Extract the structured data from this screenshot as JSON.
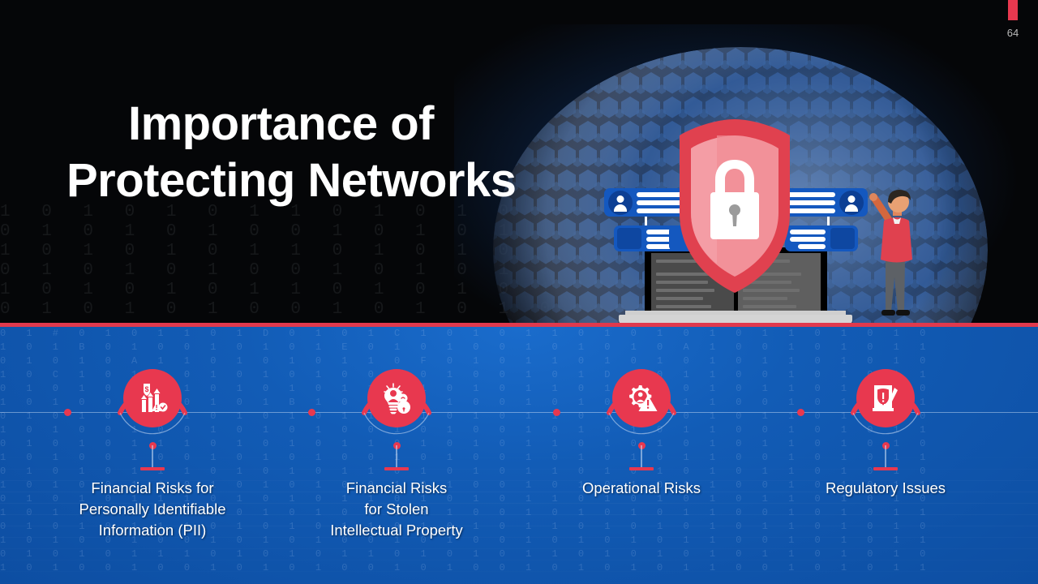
{
  "slide": {
    "page_number": "64",
    "title_line1": "Importance of",
    "title_line2": "Protecting Networks",
    "accent_red": "#E8384F",
    "band_blue": "#125CB6",
    "top_black": "#050608"
  },
  "illustration": {
    "shield_icon": "shield-padlock-icon",
    "globe_icon": "hex-sphere-icon",
    "device_icon": "laptop-icon",
    "person_icon": "person-reaching-icon",
    "cards": [
      {
        "name": "user-record-card-left",
        "icon": "user-avatar-icon",
        "rows": 3
      },
      {
        "name": "user-record-card-right",
        "icon": "user-avatar-icon",
        "rows": 3
      },
      {
        "name": "data-card-lower-left",
        "icon": "square-thumb-icon",
        "rows": 3
      },
      {
        "name": "data-card-lower-right",
        "icon": "square-thumb-icon",
        "rows": 3
      }
    ]
  },
  "nodes": [
    {
      "id": "financial-risks-pii",
      "icon": "shield-dollar-growth-warning-icon",
      "label": "Financial Risks for\nPersonally Identifiable\nInformation (PII)"
    },
    {
      "id": "financial-risks-ip",
      "icon": "lightbulb-person-padlock-icon",
      "label": "Financial Risks\nfor Stolen\nIntellectual Property"
    },
    {
      "id": "operational-risks",
      "icon": "gear-person-warning-icon",
      "label": "Operational Risks"
    },
    {
      "id": "regulatory-issues",
      "icon": "document-alert-pen-icon",
      "label": "Regulatory Issues"
    }
  ],
  "background_text": {
    "binary_rows": [
      "1 0 1 0 1 0 1 1 0 1 0 1 0 1 1 0 1 0 1",
      "0 1 0 1 0 1 0 0 1 0 1 0 1 0 0 1 0 1 0",
      "1 0 1 0 1 0 1 1 0 1 0 1 0 1 1 0 1 0 1",
      "0 1 0 1 0 1 0 0 1 0 1 0 1 0 0 1 0 1 0",
      "1 0 1 0 1 0 1 1 0 1 0 1 0 1 1 0 1 0 1",
      "0 1 0 1 0 1 0 0 1 0 1 0 1 0 0 1 0 1 0"
    ],
    "digital_rows": [
      "0 1 # 0 1 0 1 1 0 1 D 0 1 0 1 C 1 0 1 0 1 1 0 1 0 1 0 1 0 1 1 0 1 0 1 0",
      "1 0 1 B 0 1 0 0 1 0 1 0 1 E 0 1 0 1 0 0 1 0 1 0 1 0 A 1 0 0 1 0 1 0 1 1",
      "0 1 0 1 0 A 1 1 0 1 0 1 0 1 1 0 F 0 1 0 1 1 0 1 0 1 0 1 0 1 1 0 1 0 1 0",
      "1 0 C 1 0 1 0 0 1 0 1 0 1 0 0 1 0 1 0 0 1 0 1 D 1 0 1 1 0 0 1 0 1 0 1 1",
      "0 1 0 1 0 1 1 1 0 1 0 1 0 1 1 0 1 0 1 0 1 1 0 1 0 1 0 1 0 1 1 0 1 0 1 0",
      "1 0 1 0 0 1 0 0 1 0 1 B 1 0 0 1 0 1 0 0 1 0 1 0 1 0 1 1 0 0 1 0 1 0 1 1",
      "0 1 0 1 0 1 1 1 0 1 0 1 0 1 1 0 1 0 1 0 1 1 0 1 0 1 0 1 0 1 1 0 1 0 1 0",
      "1 0 1 0 0 1 0 0 1 0 1 0 1 0 0 1 0 1 0 0 1 0 1 0 1 0 1 1 0 0 1 0 1 0 1 1",
      "0 1 0 1 0 1 1 1 0 1 0 1 0 1 1 0 1 0 1 0 1 1 0 1 0 1 0 1 0 1 1 0 1 0 1 0",
      "1 0 1 0 0 1 0 0 1 0 1 0 1 0 0 1 0 1 0 0 1 0 1 0 1 0 1 1 0 0 1 0 1 0 1 1",
      "0 1 0 1 0 1 1 1 0 1 0 1 0 1 1 0 1 0 1 0 1 1 0 1 0 1 0 1 0 1 1 0 1 0 1 0",
      "1 0 1 0 0 1 0 0 1 0 1 0 1 0 0 1 0 1 0 0 1 0 1 0 1 0 1 1 0 0 1 0 1 0 1 1",
      "0 1 0 1 0 1 1 1 0 1 0 1 0 1 1 0 1 0 1 0 1 1 0 1 0 1 0 1 0 1 1 0 1 0 1 0",
      "1 0 1 0 0 1 0 0 1 0 1 0 1 0 0 1 0 1 0 0 1 0 1 0 1 0 1 1 0 0 1 0 1 0 1 1",
      "0 1 0 1 0 1 1 1 0 1 0 1 0 1 1 0 1 0 1 0 1 1 0 1 0 1 0 1 0 1 1 0 1 0 1 0",
      "1 0 1 0 0 1 0 0 1 0 1 0 1 0 0 1 0 1 0 0 1 0 1 0 1 0 1 1 0 0 1 0 1 0 1 1",
      "0 1 0 1 0 1 1 1 0 1 0 1 0 1 1 0 1 0 1 0 1 1 0 1 0 1 0 1 0 1 1 0 1 0 1 0",
      "1 0 1 0 0 1 0 0 1 0 1 0 1 0 0 1 0 1 0 0 1 0 1 0 1 0 1 1 0 0 1 0 1 0 1 1"
    ]
  }
}
